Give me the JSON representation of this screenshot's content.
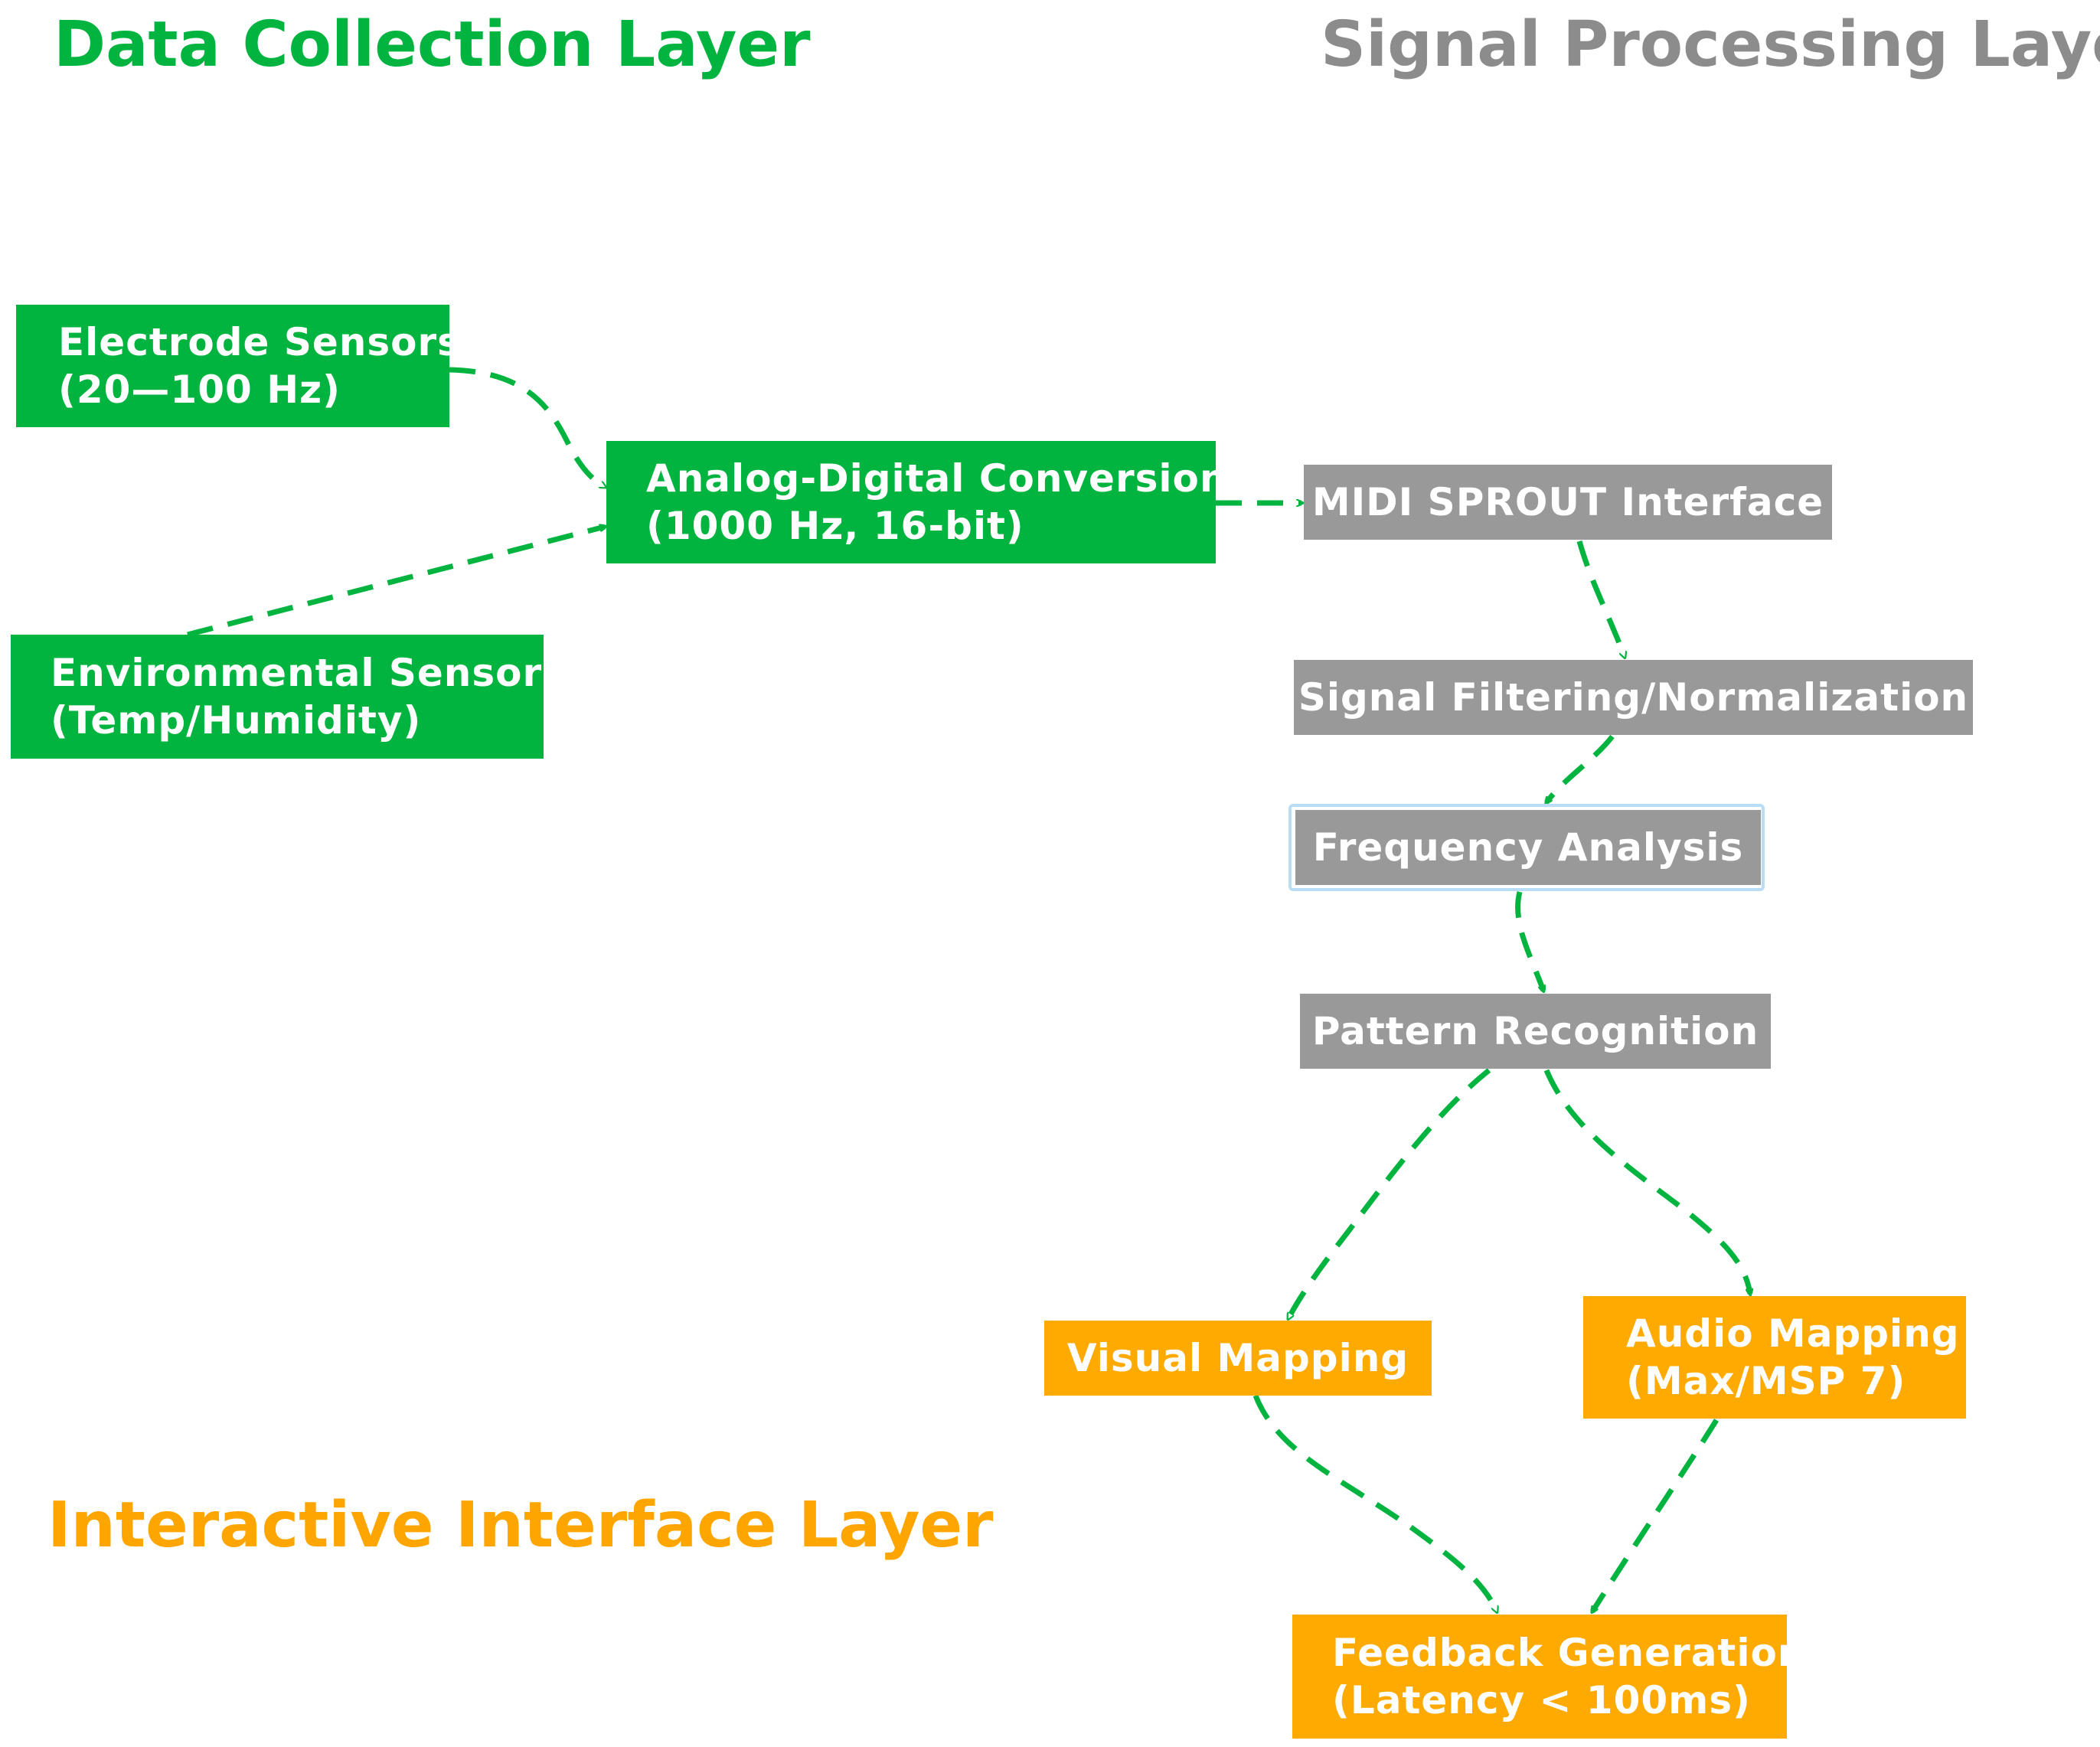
{
  "layers": {
    "data_collection": "Data Collection Layer",
    "signal_processing": "Signal Processing Layer",
    "interactive_interface": "Interactive Interface Layer"
  },
  "colors": {
    "data_collection": "#00B43F",
    "signal_processing": "#999999",
    "signal_processing_title": "#8C8C8C",
    "interactive_interface": "#FFAA00",
    "arrow": "#00B43F",
    "highlight_outline": "#B9DCF7"
  },
  "nodes": {
    "electrode_sensors": {
      "line1": "Electrode Sensors",
      "line2": "(20—100 Hz)"
    },
    "environmental_sensors": {
      "line1": "Environmental Sensors",
      "line2": "(Temp/Humidity)"
    },
    "adc": {
      "line1": "Analog-Digital Conversion",
      "line2": "(1000 Hz, 16-bit)"
    },
    "midi_sprout": {
      "line1": "MIDI SPROUT Interface"
    },
    "signal_filtering": {
      "line1": "Signal Filtering/Normalization"
    },
    "frequency_analysis": {
      "line1": "Frequency Analysis"
    },
    "pattern_recognition": {
      "line1": "Pattern Recognition"
    },
    "visual_mapping": {
      "line1": "Visual Mapping"
    },
    "audio_mapping": {
      "line1": "Audio Mapping",
      "line2": "(Max/MSP 7)"
    },
    "feedback_generation": {
      "line1": "Feedback Generation",
      "line2": "(Latency < 100ms)"
    }
  },
  "edges": [
    {
      "from": "electrode_sensors",
      "to": "adc"
    },
    {
      "from": "environmental_sensors",
      "to": "adc"
    },
    {
      "from": "adc",
      "to": "midi_sprout"
    },
    {
      "from": "midi_sprout",
      "to": "signal_filtering"
    },
    {
      "from": "signal_filtering",
      "to": "frequency_analysis"
    },
    {
      "from": "frequency_analysis",
      "to": "pattern_recognition"
    },
    {
      "from": "pattern_recognition",
      "to": "visual_mapping"
    },
    {
      "from": "pattern_recognition",
      "to": "audio_mapping"
    },
    {
      "from": "visual_mapping",
      "to": "feedback_generation"
    },
    {
      "from": "audio_mapping",
      "to": "feedback_generation"
    }
  ]
}
